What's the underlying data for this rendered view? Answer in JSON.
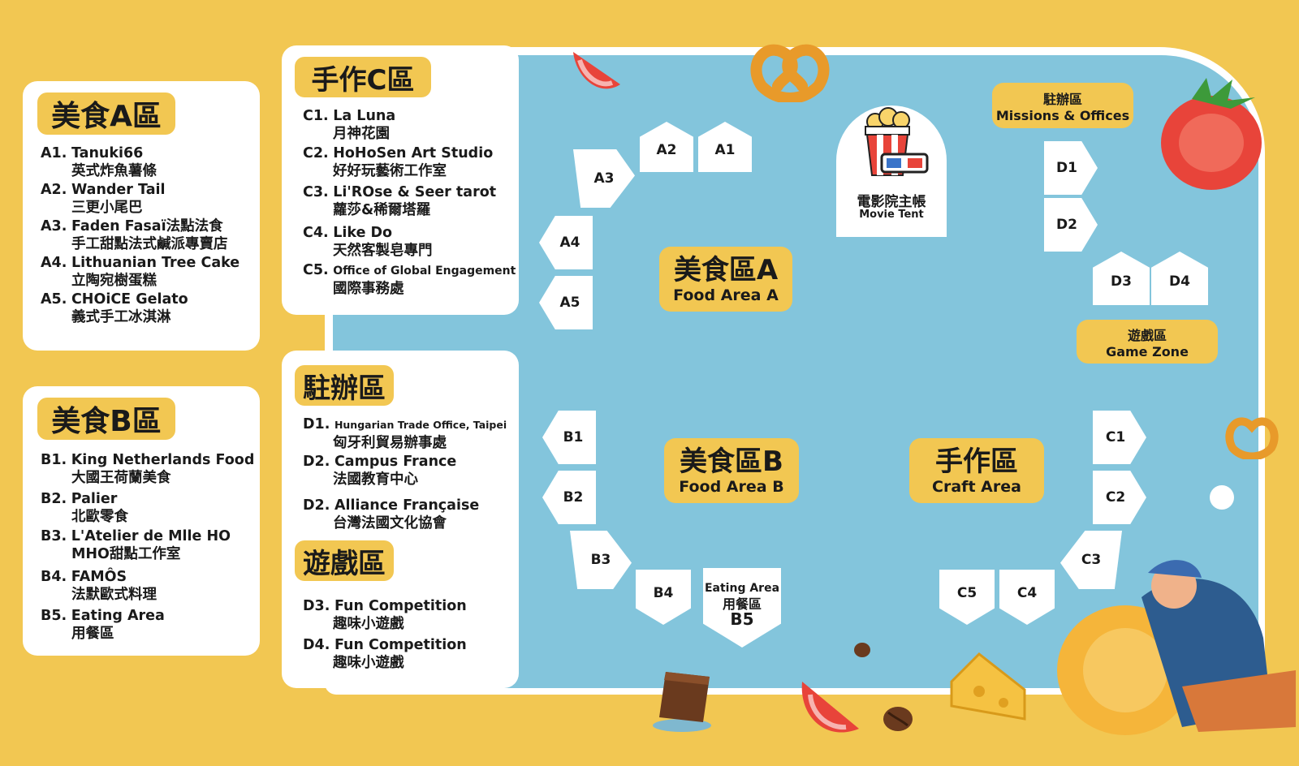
{
  "legend_food_a": {
    "title": "美食A區",
    "items": [
      {
        "code": "A1.",
        "name": "Tanuki66",
        "sub": "英式炸魚薯條"
      },
      {
        "code": "A2.",
        "name": "Wander Tail",
        "sub": "三更小尾巴"
      },
      {
        "code": "A3.",
        "name": "Faden Fasaï法點法食",
        "sub": "手工甜點法式鹹派專賣店"
      },
      {
        "code": "A4.",
        "name": "Lithuanian Tree Cake",
        "sub": "立陶宛樹蛋糕"
      },
      {
        "code": "A5.",
        "name": "CHOiCE Gelato",
        "sub": "義式手工冰淇淋"
      }
    ]
  },
  "legend_food_b": {
    "title": "美食B區",
    "items": [
      {
        "code": "B1.",
        "name": "King Netherlands Food",
        "sub": "大國王荷蘭美食"
      },
      {
        "code": "B2.",
        "name": "Palier",
        "sub": "北歐零食"
      },
      {
        "code": "B3.",
        "name": "L'Atelier de Mlle HO",
        "sub": "MHO甜點工作室"
      },
      {
        "code": "B4.",
        "name": "FAMÔS",
        "sub": "法默歐式料理"
      },
      {
        "code": "B5.",
        "name": "Eating Area",
        "sub": "用餐區"
      }
    ]
  },
  "legend_craft_c": {
    "title": "手作C區",
    "items": [
      {
        "code": "C1.",
        "name": "La Luna",
        "sub": "月神花園"
      },
      {
        "code": "C2.",
        "name": "HoHoSen Art Studio",
        "sub": "好好玩藝術工作室"
      },
      {
        "code": "C3.",
        "name": "Li'ROse & Seer tarot",
        "sub": "蘿莎&稀爾塔羅"
      },
      {
        "code": "C4.",
        "name": "Like Do",
        "sub": "天然客製皂專門"
      },
      {
        "code": "C5.",
        "name": "Office of Global Engagement",
        "sub": "國際事務處"
      }
    ]
  },
  "legend_missions": {
    "title": "駐辦區",
    "items": [
      {
        "code": "D1.",
        "name": "Hungarian Trade Office, Taipei",
        "sub": "匈牙利貿易辦事處"
      },
      {
        "code": "D2.",
        "name": "Campus France",
        "sub": "法國教育中心"
      },
      {
        "code": "D2.",
        "name": "Alliance Française",
        "sub": "台灣法國文化協會"
      }
    ]
  },
  "legend_game": {
    "title": "遊戲區",
    "items": [
      {
        "code": "D3.",
        "name": "Fun Competition",
        "sub": "趣味小遊戲"
      },
      {
        "code": "D4.",
        "name": "Fun Competition",
        "sub": "趣味小遊戲"
      }
    ]
  },
  "map": {
    "food_area_a": {
      "zh": "美食區A",
      "en": "Food Area A"
    },
    "food_area_b": {
      "zh": "美食區B",
      "en": "Food Area B"
    },
    "craft_area": {
      "zh": "手作區",
      "en": "Craft Area"
    },
    "missions": {
      "zh": "駐辦區",
      "en": "Missions & Offices"
    },
    "game_zone": {
      "zh": "遊戲區",
      "en": "Game Zone"
    },
    "movie_tent": {
      "zh": "電影院主帳",
      "en": "Movie Tent"
    },
    "eating_area": {
      "en": "Eating Area",
      "zh": "用餐區",
      "code": "B5"
    },
    "stalls": {
      "A1": "A1",
      "A2": "A2",
      "A3": "A3",
      "A4": "A4",
      "A5": "A5",
      "B1": "B1",
      "B2": "B2",
      "B3": "B3",
      "B4": "B4",
      "C1": "C1",
      "C2": "C2",
      "C3": "C3",
      "C4": "C4",
      "C5": "C5",
      "D1": "D1",
      "D2": "D2",
      "D3": "D3",
      "D4": "D4"
    }
  },
  "colors": {
    "background": "#f2c752",
    "plaza": "#83c5dc",
    "card": "#ffffff",
    "tag": "#f2c752"
  },
  "icons": [
    "tomato-icon",
    "pretzel-icon",
    "popcorn-icon",
    "3d-glasses-icon",
    "cheese-icon",
    "canele-icon",
    "coffee-bean-icon",
    "cheese-wheel-mascot-icon"
  ]
}
